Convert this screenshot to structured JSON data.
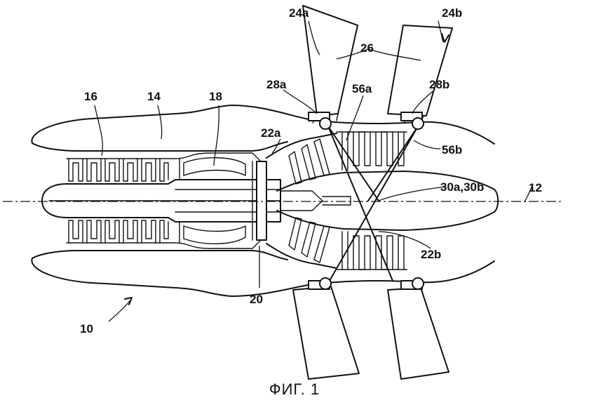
{
  "figure": {
    "caption": "ФИГ. 1",
    "labels": {
      "l10": "10",
      "l12": "12",
      "l14": "14",
      "l16": "16",
      "l18": "18",
      "l20": "20",
      "l22a": "22a",
      "l22b": "22b",
      "l24a": "24a",
      "l24b": "24b",
      "l26": "26",
      "l28a": "28a",
      "l28b": "28b",
      "l56a": "56a",
      "l56b": "56b",
      "l30": "30a,30b"
    }
  }
}
